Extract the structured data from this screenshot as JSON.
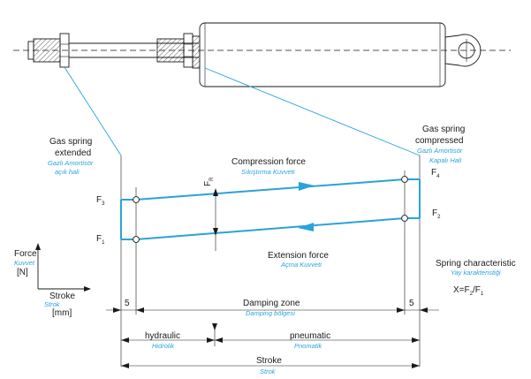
{
  "colors": {
    "accent": "#2aa3d8",
    "ink": "#1a1a1a"
  },
  "left_state": {
    "line1": "Gas spring",
    "line2": "extended",
    "sub1": "Gazlı Amortisör",
    "sub2": "açık hali"
  },
  "right_state": {
    "line1": "Gas spring",
    "line2": "compressed",
    "sub1": "Gazlı Amortisör",
    "sub2": "Kapalı Hali"
  },
  "compression": {
    "label": "Compression force",
    "sub": "Sıkıştırma Kuvveti"
  },
  "extension": {
    "label": "Extension force",
    "sub": "Açma Kuvveti"
  },
  "forces": {
    "f1": "F",
    "f1_idx": "1",
    "f2": "F",
    "f2_idx": "2",
    "f3": "F",
    "f3_idx": "3",
    "f4": "F",
    "f4_idx": "4",
    "fr": "F",
    "fr_idx": "R"
  },
  "force_axis": {
    "label": "Force",
    "sub": "Kuvvet",
    "unit": "[N]"
  },
  "stroke_axis": {
    "label": "Stroke",
    "sub": "Strok",
    "unit": "[mm]"
  },
  "spring": {
    "label": "Spring characteristic",
    "sub": "Yay karakteristiği",
    "formula_prefix": "X=F",
    "idx2": "2",
    "slash": "/F",
    "idx1": "1"
  },
  "damping": {
    "label": "Damping zone",
    "sub": "Damping bölgesi",
    "left_dim": "5",
    "right_dim": "5"
  },
  "hydraulic": {
    "label": "hydraulic",
    "sub": "Hidrolik"
  },
  "pneumatic": {
    "label": "pneumatic",
    "sub": "Pnomatik"
  },
  "stroke_total": {
    "label": "Stroke",
    "sub": "Strok"
  }
}
